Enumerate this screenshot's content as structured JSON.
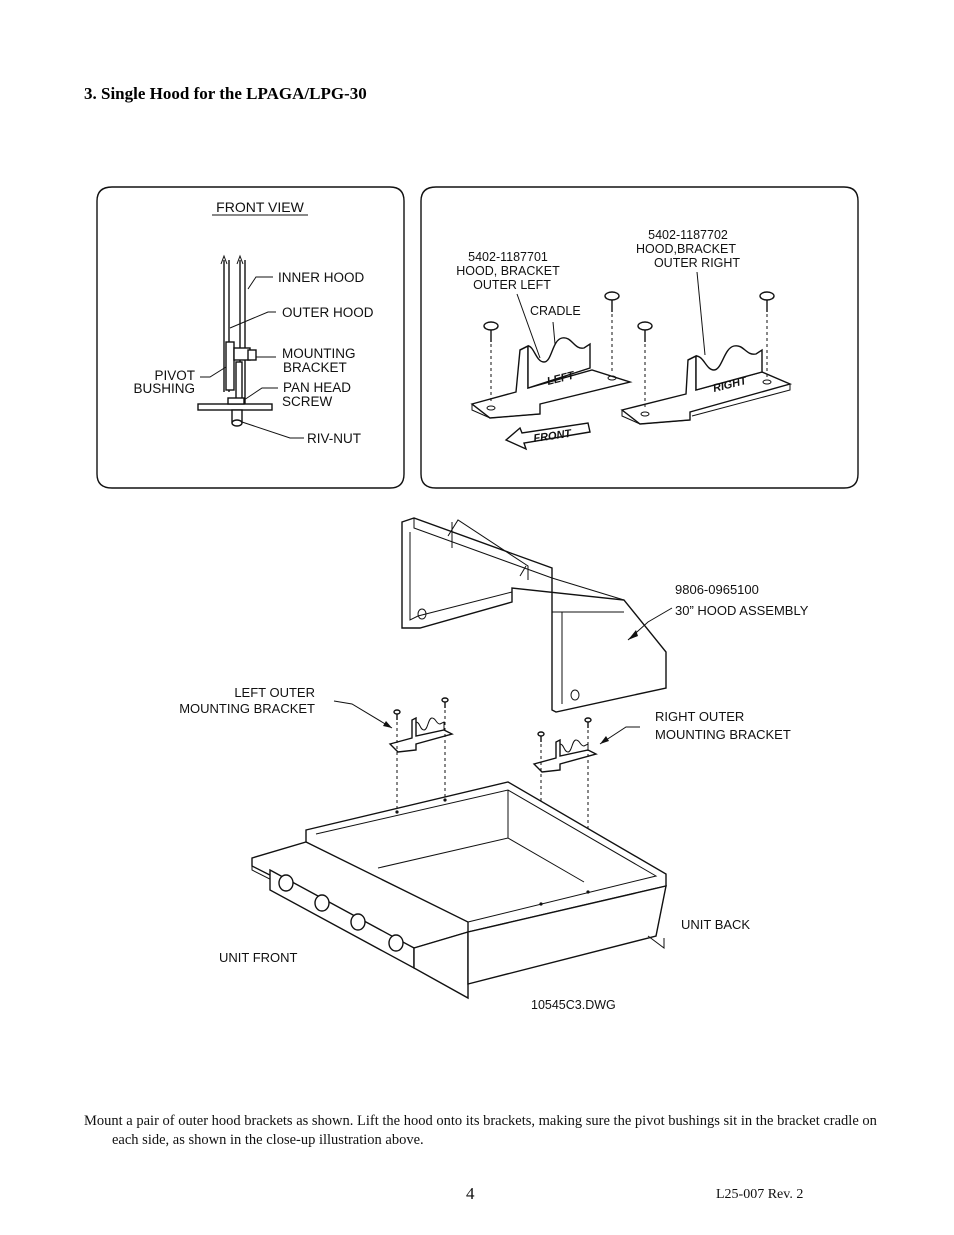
{
  "heading": "3. Single Hood for the LPAGA/LPG-30",
  "front_view": {
    "title": "FRONT VIEW",
    "labels": {
      "inner_hood": "INNER HOOD",
      "outer_hood": "OUTER HOOD",
      "mounting_bracket_1": "MOUNTING",
      "mounting_bracket_2": "BRACKET",
      "pivot_bushing_1": "PIVOT",
      "pivot_bushing_2": "BUSHING",
      "pan_head_screw_1": "PAN HEAD",
      "pan_head_screw_2": "SCREW",
      "riv_nut": "RIV-NUT"
    }
  },
  "bracket_detail": {
    "left_part_number": "5402-1187701",
    "left_desc_1": "HOOD, BRACKET",
    "left_desc_2": "OUTER LEFT",
    "right_part_number": "5402-1187702",
    "right_desc_1": "HOOD,BRACKET",
    "right_desc_2": "OUTER RIGHT",
    "cradle": "CRADLE",
    "left_stamp": "LEFT",
    "right_stamp": "RIGHT",
    "front_arrow": "FRONT"
  },
  "assembly": {
    "hood_part_number": "9806-0965100",
    "hood_desc": "30” HOOD ASSEMBLY",
    "left_bracket_1": "LEFT OUTER",
    "left_bracket_2": "MOUNTING BRACKET",
    "right_bracket_1": "RIGHT OUTER",
    "right_bracket_2": "MOUNTING BRACKET",
    "unit_back": "UNIT BACK",
    "unit_front": "UNIT FRONT",
    "drawing_number": "10545C3.DWG"
  },
  "instructions": "Mount a pair of outer hood brackets as shown. Lift the hood onto its brackets, making sure the pivot bushings sit in the bracket cradle on each side, as shown in the close-up illustration above.",
  "page_number": "4",
  "doc_id": "L25-007 Rev. 2"
}
